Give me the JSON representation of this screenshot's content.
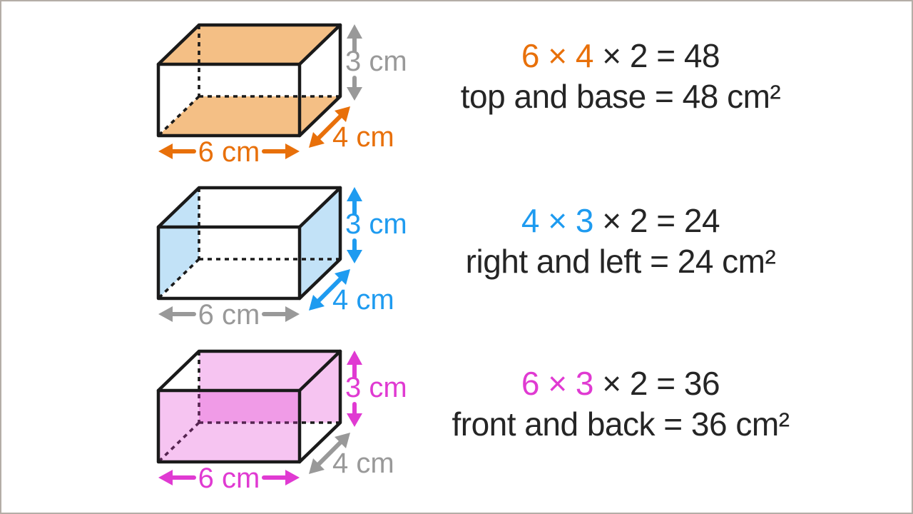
{
  "page": {
    "background": "#FFFFFF",
    "border_color": "#B4ADA7"
  },
  "colors": {
    "edge": "#1A1A1A",
    "dark_text": "#252525",
    "orange": "#E8700A",
    "orange_fill": "#F4BF85",
    "blue": "#1E9BF0",
    "blue_fill": "#C2E2F7",
    "magenta": "#E03AD2",
    "gray": "#999999"
  },
  "figures": [
    {
      "name": "cuboid-top-and-base",
      "shaded_faces": "top and base",
      "face_fill": "#F4BF85",
      "labels": {
        "height": "3 cm",
        "depth": "4 cm",
        "width": "6 cm"
      },
      "dim_colors": {
        "height": "#999999",
        "depth": "#E8700A",
        "width": "#E8700A"
      }
    },
    {
      "name": "cuboid-right-and-left",
      "shaded_faces": "right and left",
      "face_fill": "#C2E2F7",
      "labels": {
        "height": "3 cm",
        "depth": "4 cm",
        "width": "6 cm"
      },
      "dim_colors": {
        "height": "#1E9BF0",
        "depth": "#1E9BF0",
        "width": "#999999"
      }
    },
    {
      "name": "cuboid-front-and-back",
      "shaded_faces": "front and back",
      "face_fill": "#E03AD2",
      "labels": {
        "height": "3 cm",
        "depth": "4 cm",
        "width": "6 cm"
      },
      "dim_colors": {
        "height": "#E03AD2",
        "depth": "#999999",
        "width": "#E03AD2"
      }
    }
  ],
  "equations": [
    {
      "highlight": "6 × 4",
      "rest": " × 2 = 48",
      "highlight_color": "#E8700A",
      "caption": "top and base = 48 cm²"
    },
    {
      "highlight": "4 × 3",
      "rest": " × 2 = 24",
      "highlight_color": "#1E9BF0",
      "caption": "right and left = 24 cm²"
    },
    {
      "highlight": "6 × 3",
      "rest": " × 2 = 36",
      "highlight_color": "#E03AD2",
      "caption": "front and back = 36 cm²"
    }
  ]
}
